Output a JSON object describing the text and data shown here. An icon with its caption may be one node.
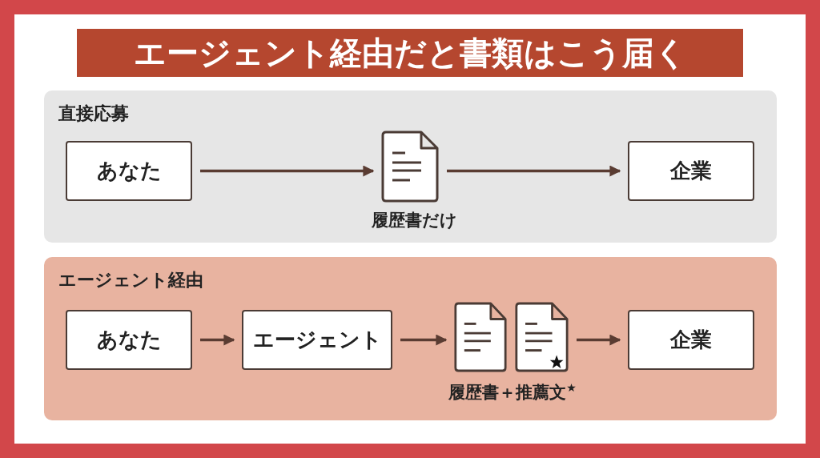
{
  "diagram": {
    "title": "エージェント経由だと書類はこう届く",
    "nodes": [
      {
        "text": [
          "直接応募"
        ]
      },
      {
        "text": [
          "あなた"
        ],
        "in": 0
      },
      {
        "text": [],
        "shape": "document",
        "in": 0,
        "beside": [
          "履歴書だけ"
        ]
      },
      {
        "text": [
          "企業"
        ],
        "in": 0
      },
      {
        "text": [
          "エージェント経由"
        ]
      },
      {
        "text": [
          "あなた"
        ],
        "in": 4
      },
      {
        "text": [
          "エージェント"
        ],
        "in": 4
      },
      {
        "text": [],
        "shape": "document",
        "in": 4
      },
      {
        "text": [],
        "shape": "document",
        "in": 4
      },
      {
        "text": [
          "企業"
        ],
        "in": 4
      }
    ],
    "edges": [
      {
        "from": 1,
        "to": 2,
        "arrow": "to"
      },
      {
        "from": 2,
        "to": 3,
        "arrow": "to"
      },
      {
        "from": 5,
        "to": 6,
        "arrow": "to"
      },
      {
        "from": 6,
        "to": 7,
        "arrow": "to"
      },
      {
        "from": 8,
        "to": 9,
        "arrow": "to"
      }
    ],
    "labels": [
      "履歴書＋推薦文$^{★}$"
    ]
  }
}
